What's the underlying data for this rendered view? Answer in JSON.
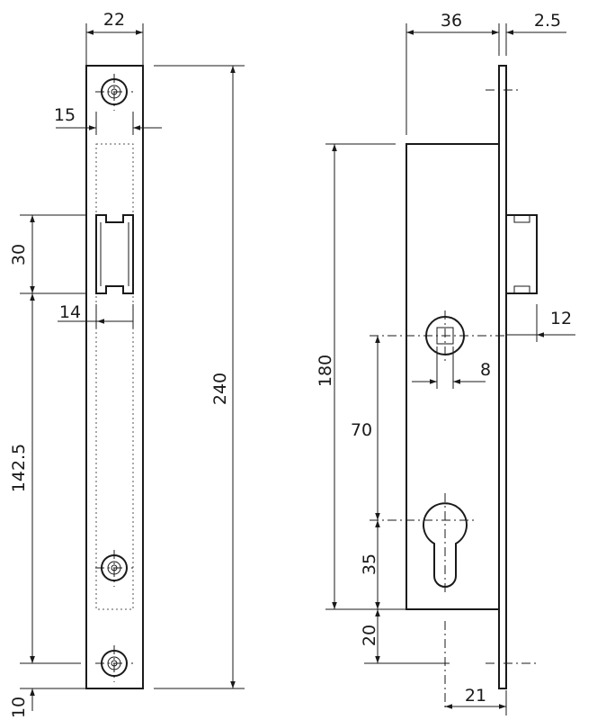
{
  "drawing": {
    "front_view": {
      "faceplate_width": "22",
      "backset_width": "15",
      "strike_opening_width": "14",
      "strike_opening_height": "30",
      "strike_to_bottom": "142.5",
      "overall_height": "240",
      "bottom_offset": "10"
    },
    "side_view": {
      "case_depth": "36",
      "faceplate_thickness": "2.5",
      "case_height": "180",
      "latch_projection": "12",
      "spindle_square": "8",
      "spindle_to_cylinder": "70",
      "cylinder_to_case_bottom": "35",
      "case_bottom_to_screw": "20",
      "cylinder_backset": "21"
    }
  }
}
